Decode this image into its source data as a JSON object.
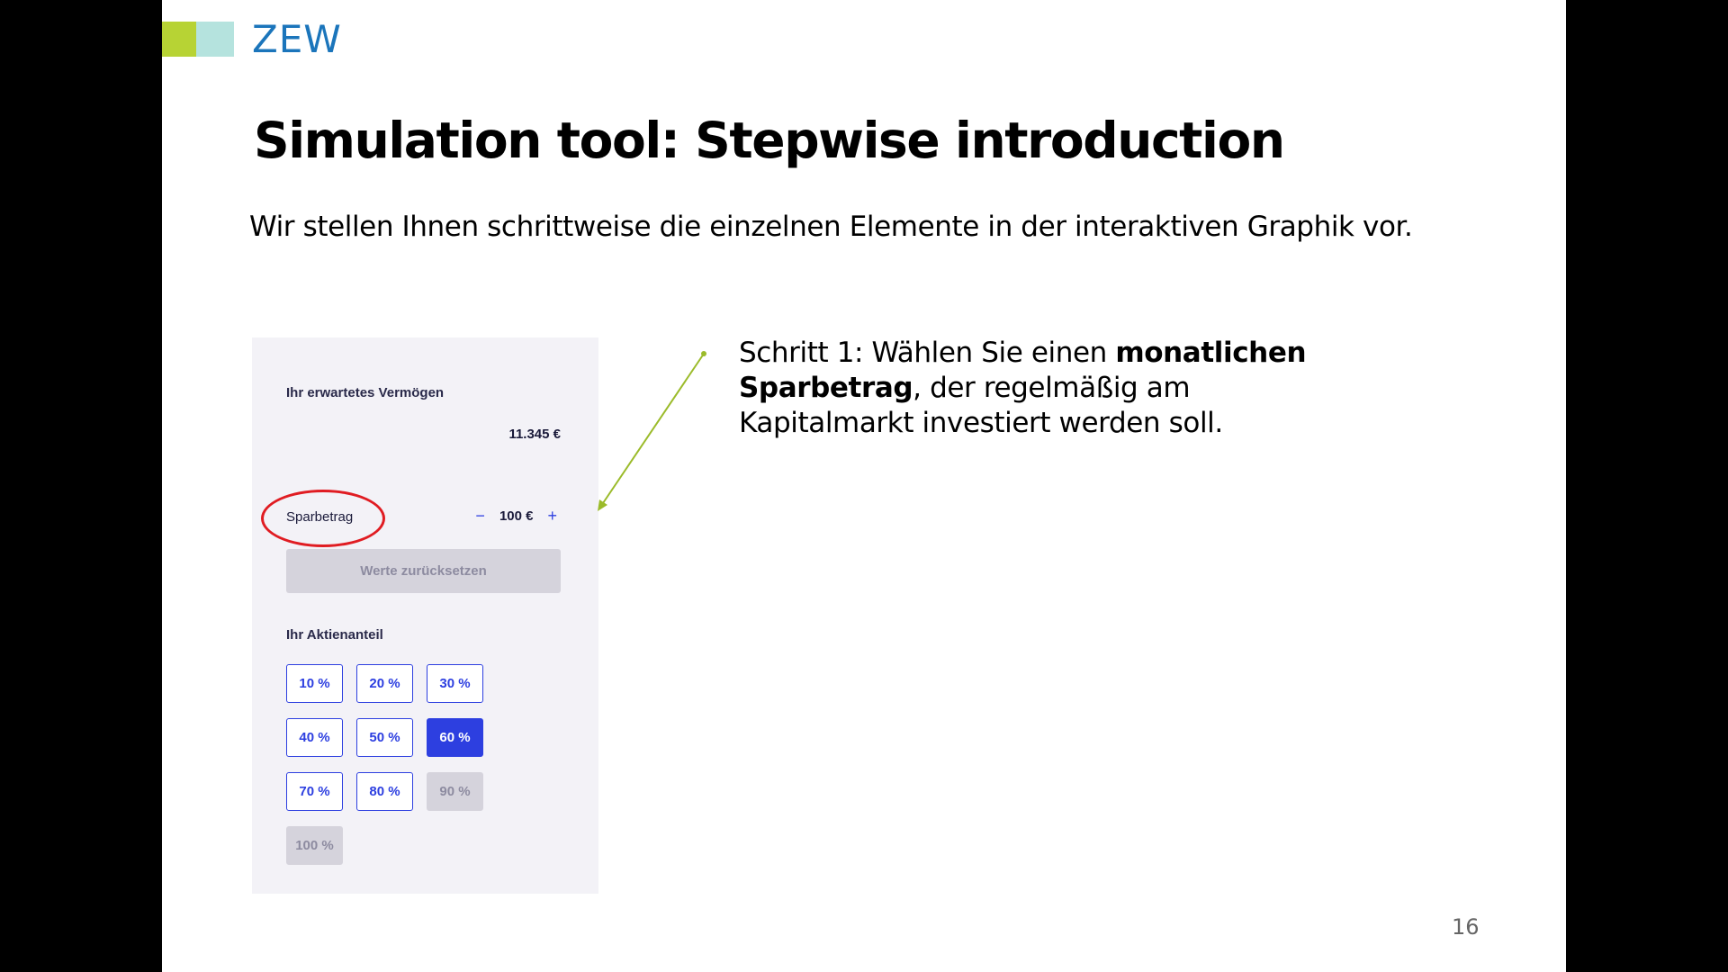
{
  "logo": {
    "text": "ZEW",
    "colors": {
      "green": "#b7d334",
      "teal": "#b5e3de",
      "blue": "#1b75bb"
    }
  },
  "slide": {
    "title": "Simulation tool: Stepwise introduction",
    "subtitle": "Wir stellen Ihnen schrittweise die einzelnen Elemente in der interaktiven Graphik vor.",
    "page_number": "16"
  },
  "tool": {
    "wealth_heading": "Ihr erwartetes Vermögen",
    "wealth_value": "11.345 €",
    "savings_label": "Sparbetrag",
    "savings_minus": "−",
    "savings_value": "100 €",
    "savings_plus": "+",
    "reset_label": "Werte zurücksetzen",
    "share_heading": "Ihr Aktienanteil",
    "share_options": [
      {
        "label": "10 %",
        "state": "default"
      },
      {
        "label": "20 %",
        "state": "default"
      },
      {
        "label": "30 %",
        "state": "default"
      },
      {
        "label": "40 %",
        "state": "default"
      },
      {
        "label": "50 %",
        "state": "default"
      },
      {
        "label": "60 %",
        "state": "selected"
      },
      {
        "label": "70 %",
        "state": "default"
      },
      {
        "label": "80 %",
        "state": "default"
      },
      {
        "label": "90 %",
        "state": "disabled"
      },
      {
        "label": "100 %",
        "state": "disabled"
      }
    ],
    "accent_color": "#2d3fe0",
    "highlight_color": "#e01c22"
  },
  "step": {
    "prefix": "Schritt 1: Wählen Sie einen ",
    "bold": "monatlichen Sparbetrag",
    "suffix": ", der regelmäßig am Kapitalmarkt investiert werden soll."
  }
}
